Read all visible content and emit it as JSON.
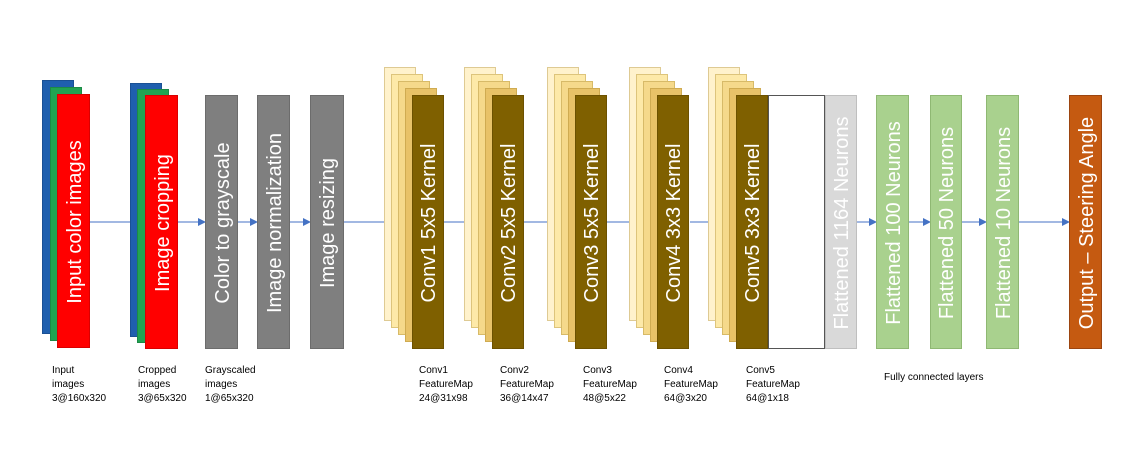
{
  "colors": {
    "blue": "#1f5fae",
    "green": "#21a352",
    "red": "#ff0000",
    "gray": "#7f7f7f",
    "brown": "#7f6000",
    "tan1": "#fff2cc",
    "tan2": "#fde9a8",
    "tan3": "#f5d98b",
    "tan4": "#e8c268",
    "lightgray": "#d9d9d9",
    "lightgreen": "#a9d18e",
    "orange": "#c55a11",
    "arrow": "#4472c4"
  },
  "layers": {
    "input": "Input color images",
    "crop": "Image cropping",
    "gray": "Color to grayscale",
    "norm": "Image normalization",
    "resize": "Image resizing",
    "conv1": "Conv1 5x5 Kernel",
    "conv2": "Conv2 5x5 Kernel",
    "conv3": "Conv3 5x5 Kernel",
    "conv4": "Conv4 3x3 Kernel",
    "conv5": "Conv5 3x3 Kernel",
    "flat1164": "Flattened 1164 Neurons",
    "fc100": "Flattened 100 Neurons",
    "fc50": "Flattened 50 Neurons",
    "fc10": "Flattened 10 Neurons",
    "output": "Output – Steering Angle"
  },
  "captions": {
    "input": "Input\nimages\n3@160x320",
    "crop": "Cropped\nimages\n3@65x320",
    "gray": "Grayscaled\nimages\n1@65x320",
    "conv1": "Conv1\nFeatureMap\n24@31x98",
    "conv2": "Conv2\nFeatureMap\n36@14x47",
    "conv3": "Conv3\nFeatureMap\n48@5x22",
    "conv4": "Conv4\nFeatureMap\n64@3x20",
    "conv5": "Conv5\nFeatureMap\n64@1x18",
    "fully_connected": "Fully connected layers"
  }
}
